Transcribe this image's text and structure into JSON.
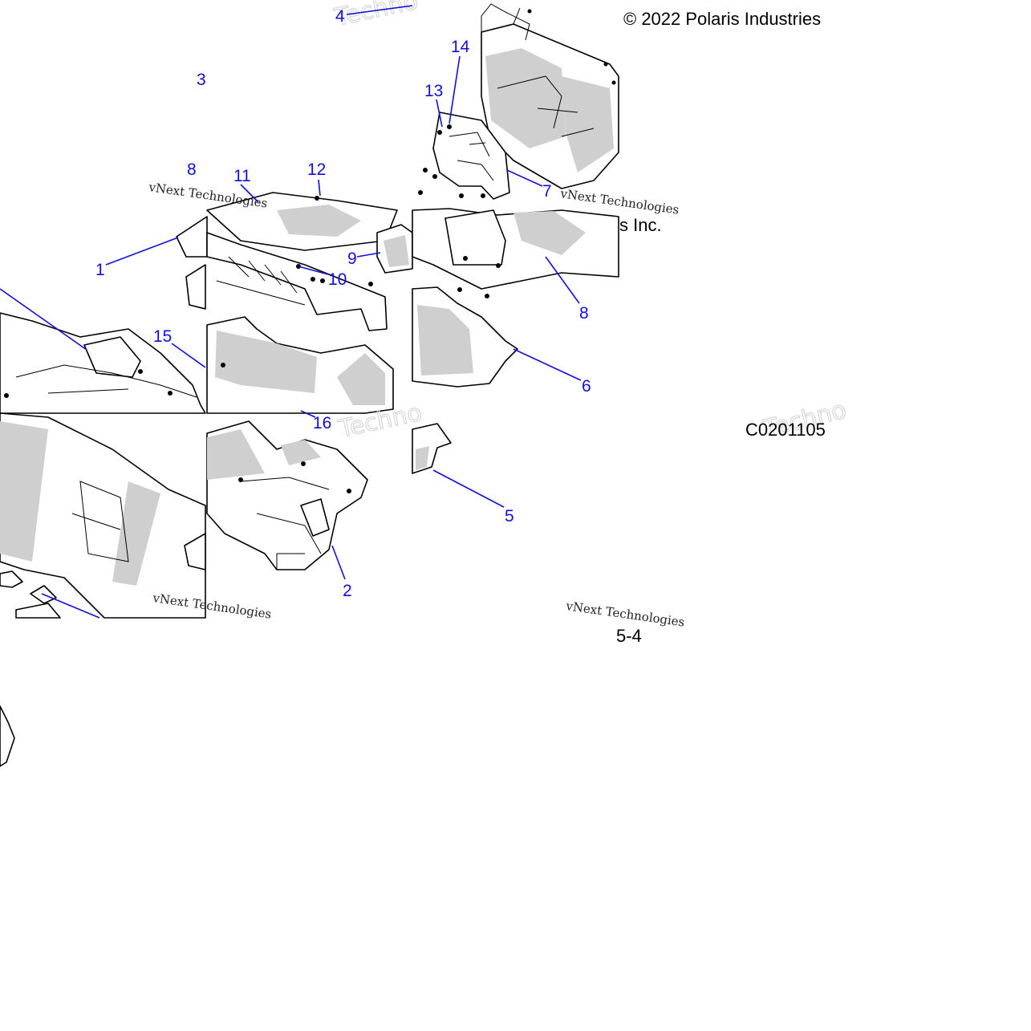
{
  "diagram": {
    "copyright": "© 2022 Polaris Industries",
    "copyright_fragment": "s Inc.",
    "figure_code": "C0201105",
    "page_fragment": "5-4",
    "callouts": [
      "1",
      "2",
      "3",
      "4",
      "5",
      "6",
      "7",
      "8",
      "8",
      "9",
      "10",
      "11",
      "12",
      "13",
      "14",
      "15",
      "16"
    ],
    "watermark_script": "vNext Technologies",
    "watermark_fragment": "Techno",
    "colors": {
      "callout": "#1010d8",
      "linework": "#000000",
      "shading": "#cfcfcf",
      "watermark": "#d4d4d4"
    }
  }
}
